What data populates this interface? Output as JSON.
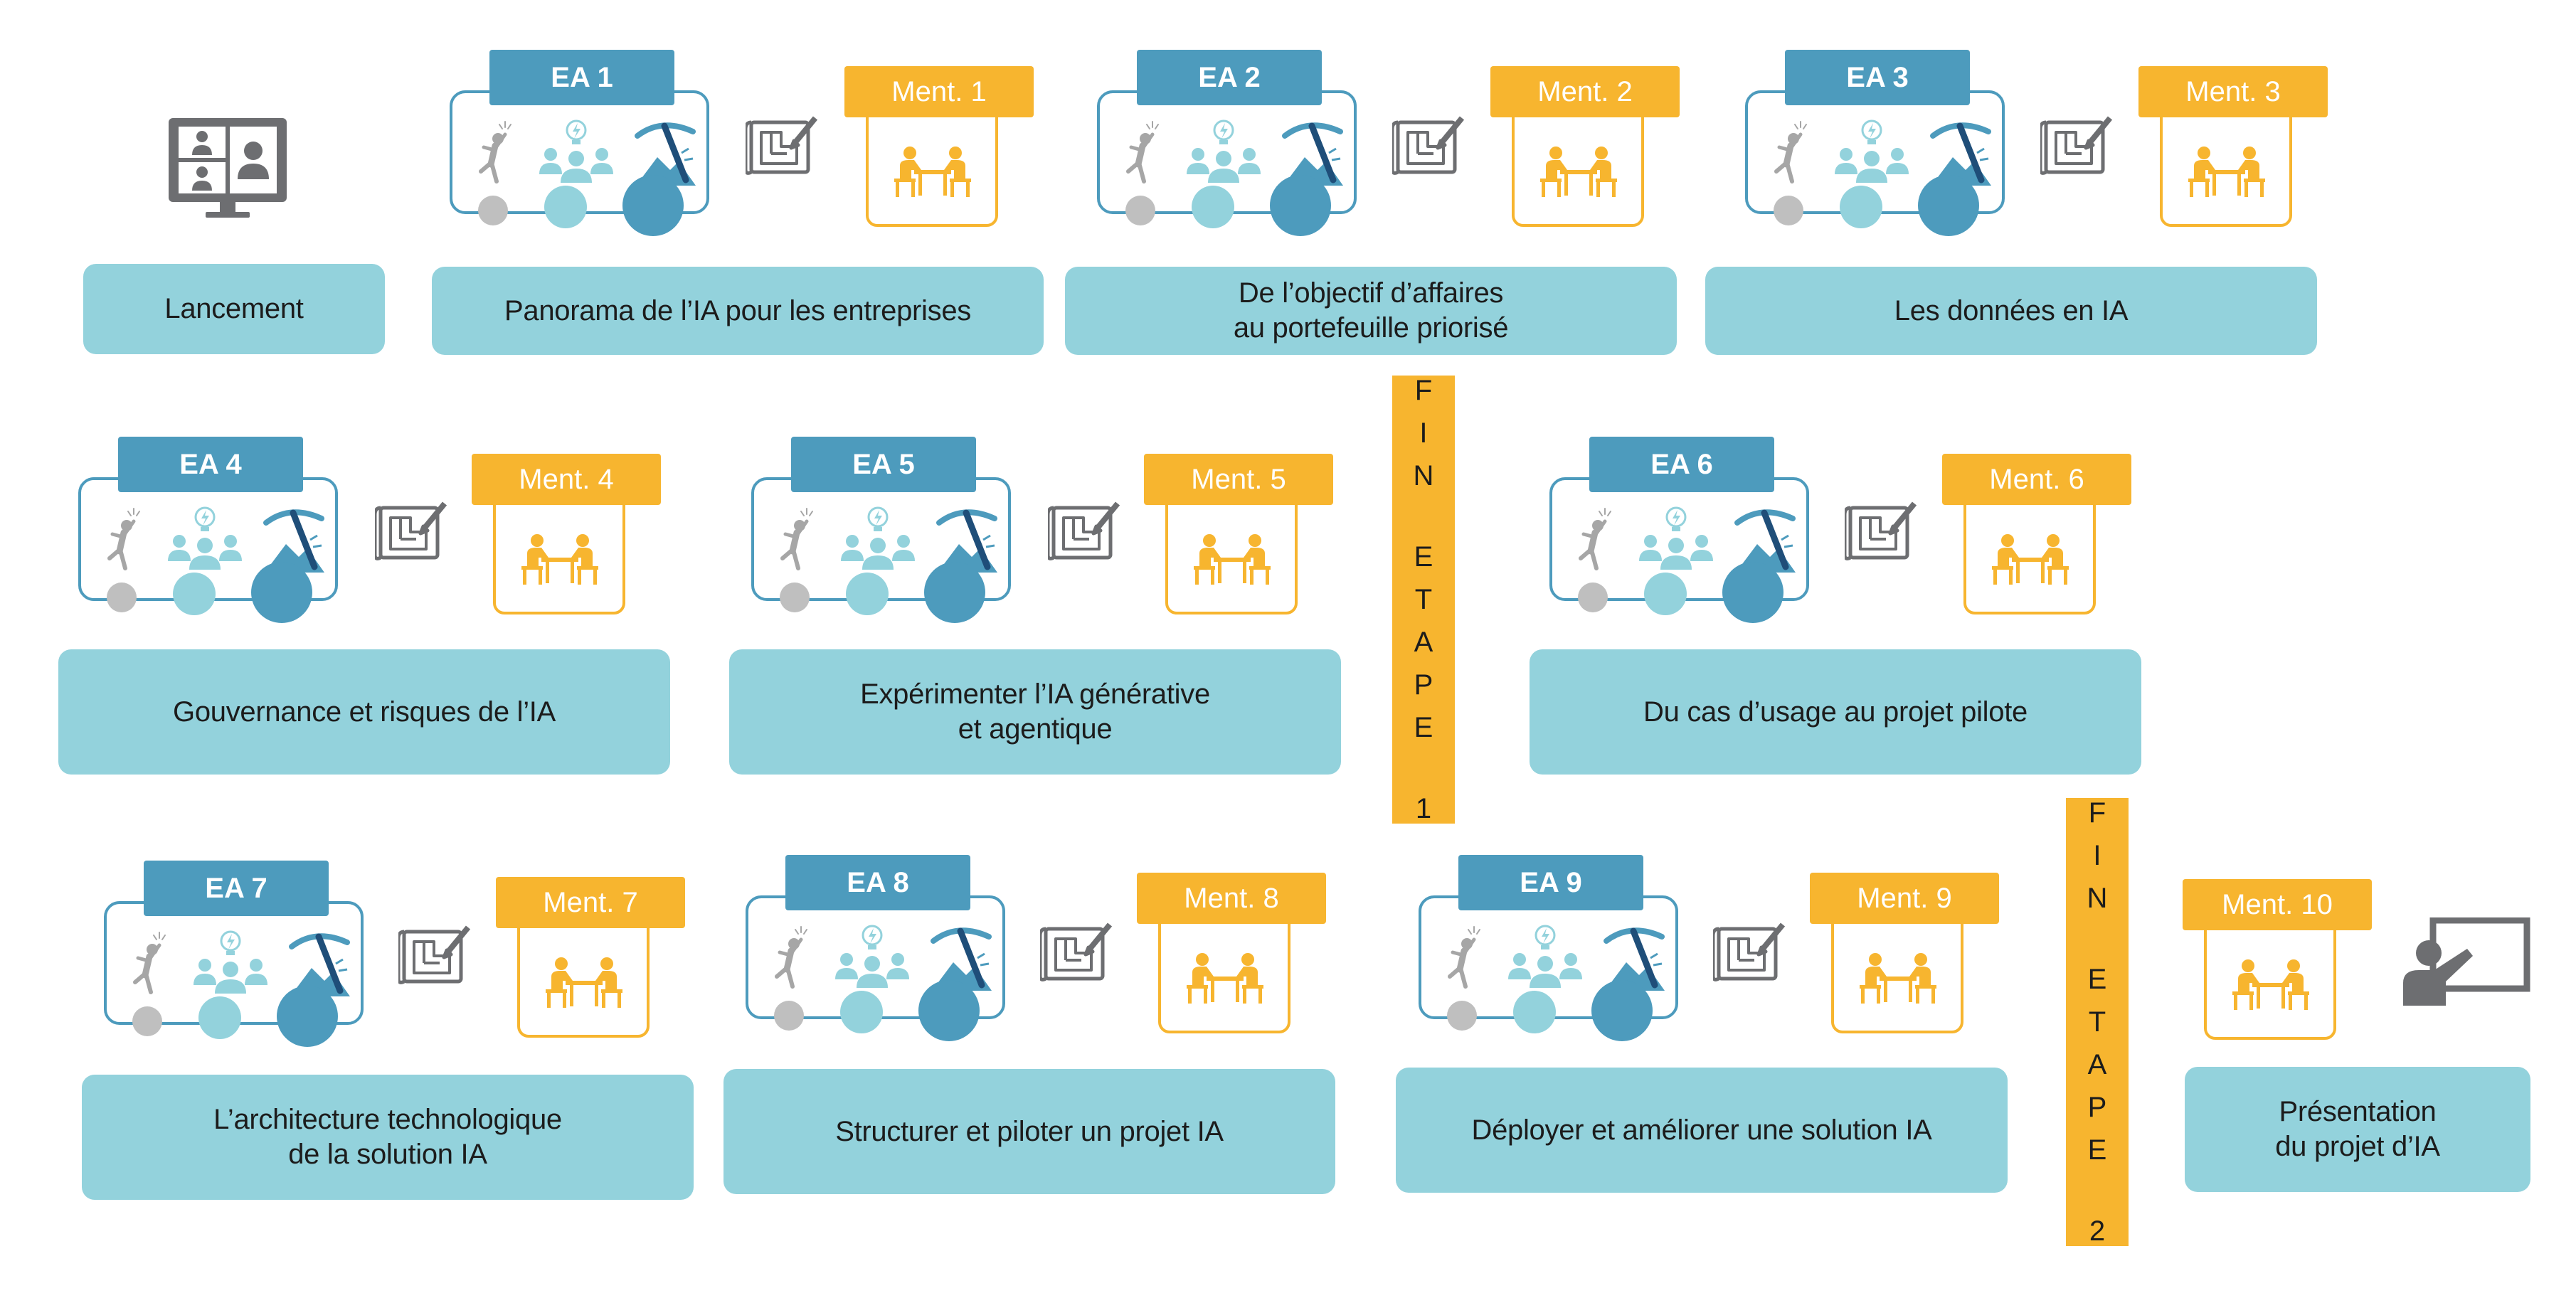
{
  "colors": {
    "teal_light": "#93d2dc",
    "teal_dark": "#4d9bbd",
    "orange": "#f7b52f",
    "grey": "#6d6e71"
  },
  "icons": {
    "launch": "video-conference-icon",
    "ea_sequence": [
      "person-jumping-icon",
      "team-idea-icon",
      "pickaxe-mountain-icon"
    ],
    "plan": "blueprint-pencil-icon",
    "mentoring": "meeting-table-icon",
    "presentation": "presenter-board-icon"
  },
  "launch": {
    "label": "Lancement"
  },
  "modules": [
    {
      "ea": "EA 1",
      "ment": "Ment. 1",
      "label_lines": [
        "Panorama de l’IA pour les entreprises"
      ]
    },
    {
      "ea": "EA 2",
      "ment": "Ment. 2",
      "label_lines": [
        "De l’objectif d’affaires",
        "au portefeuille priorisé"
      ]
    },
    {
      "ea": "EA 3",
      "ment": "Ment. 3",
      "label_lines": [
        "Les données en IA"
      ]
    },
    {
      "ea": "EA 4",
      "ment": "Ment. 4",
      "label_lines": [
        "Gouvernance et risques de l’IA"
      ]
    },
    {
      "ea": "EA 5",
      "ment": "Ment. 5",
      "label_lines": [
        "Expérimenter l’IA générative",
        "et agentique"
      ]
    },
    {
      "ea": "EA 6",
      "ment": "Ment. 6",
      "label_lines": [
        "Du cas d’usage au projet pilote"
      ]
    },
    {
      "ea": "EA 7",
      "ment": "Ment. 7",
      "label_lines": [
        "L’architecture technologique",
        "de la solution IA"
      ]
    },
    {
      "ea": "EA 8",
      "ment": "Ment. 8",
      "label_lines": [
        "Structurer et piloter un projet IA"
      ]
    },
    {
      "ea": "EA 9",
      "ment": "Ment. 9",
      "label_lines": [
        "Déployer et améliorer une solution IA"
      ]
    }
  ],
  "final": {
    "ment": "Ment. 10",
    "label_lines": [
      "Présentation",
      "du projet d’IA"
    ]
  },
  "stage_ends": [
    {
      "word1": [
        "F",
        "I",
        "N"
      ],
      "word2": [
        "E",
        "T",
        "A",
        "P",
        "E"
      ],
      "number": "1"
    },
    {
      "word1": [
        "F",
        "I",
        "N"
      ],
      "word2": [
        "E",
        "T",
        "A",
        "P",
        "E"
      ],
      "number": "2"
    }
  ]
}
